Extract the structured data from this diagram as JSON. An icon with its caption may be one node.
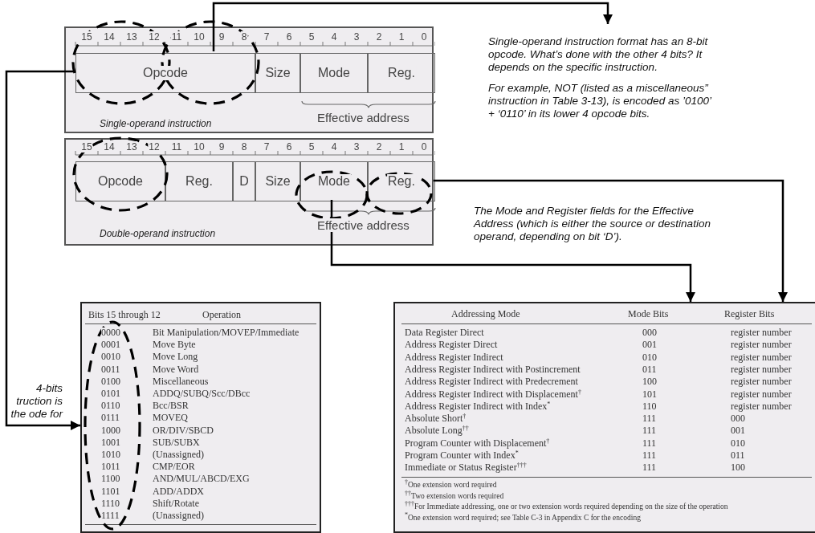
{
  "diagram": {
    "nodes": [
      {
        "text": [
          "15",
          "14",
          "13",
          "12",
          "11",
          "10",
          "9",
          "8",
          "7",
          "6",
          "5",
          "4",
          "3",
          "2",
          "1",
          "0",
          "Effective address",
          "Single-operand instruction"
        ]
      },
      {
        "text": [
          "Opcode"
        ],
        "in": 0
      },
      {
        "text": [
          "Size"
        ],
        "in": 0
      },
      {
        "text": [
          "Mode"
        ],
        "in": 0
      },
      {
        "text": [
          "Reg."
        ],
        "in": 0
      },
      {
        "text": [
          "15",
          "14",
          "13",
          "12",
          "11",
          "10",
          "9",
          "8",
          "7",
          "6",
          "5",
          "4",
          "3",
          "2",
          "1",
          "0",
          "Effective address",
          "Double-operand instruction"
        ]
      },
      {
        "text": [
          "Opcode"
        ],
        "in": 5
      },
      {
        "text": [
          "Reg."
        ],
        "in": 5
      },
      {
        "text": [
          "D"
        ],
        "in": 5
      },
      {
        "text": [
          "Size"
        ],
        "in": 5
      },
      {
        "text": [
          "Mode"
        ],
        "in": 5
      },
      {
        "text": [
          "Reg."
        ],
        "in": 5
      },
      {
        "text": [
          "Single-operand instruction format has an 8-bit opcode.  What’s done with the other 4 bits?  It depends on the specific instruction.",
          "For example, NOT (listed as a miscellaneous” instruction in Table 3-13), is encoded as ’0100’ + ‘0110’ in its lower 4 opcode bits."
        ]
      },
      {
        "text": [
          "Bits 15 through 12",
          "Operation",
          "0000",
          "Bit Manipulation/MOVEP/Immediate",
          "0001",
          "Move Byte",
          "0010",
          "Move Long",
          "0011",
          "Move Word",
          "0100",
          "Miscellaneous",
          "0101",
          "ADDQ/SUBQ/Scc/DBcc",
          "0110",
          "Bcc/BSR",
          "0111",
          "MOVEQ",
          "1000",
          "OR/DIV/SBCD",
          "1001",
          "SUB/SUBX",
          "1010",
          "(Unassigned)",
          "1011",
          "CMP/EOR",
          "1100",
          "AND/MUL/ABCD/EXG",
          "1101",
          "ADD/ADDX",
          "1110",
          "Shift/Rotate",
          "1111",
          "(Unassigned)"
        ]
      },
      {
        "text": [
          "Addressing Mode",
          "Mode Bits",
          "Register Bits",
          "Data Register Direct",
          "000",
          "register number",
          "Address Register Direct",
          "001",
          "register number",
          "Address Register Indirect",
          "010",
          "register number",
          "Address Register Indirect with Postincrement",
          "011",
          "register number",
          "Address Register Indirect with Predecrement",
          "100",
          "register number",
          "Address Register Indirect with Displacement$^{†}$",
          "101",
          "register number",
          "Address Register Indirect with Index$^{*}$",
          "110",
          "register number",
          "Absolute Short$^{†}$",
          "111",
          "000",
          "Absolute Long$^{††}$",
          "111",
          "001",
          "Program Counter with Displacement$^{†}$",
          "111",
          "010",
          "Program Counter with Index$^{*}$",
          "111",
          "011",
          "Immediate or Status Register$^{†††}$",
          "111",
          "100",
          "$^{†}$One extension word required",
          "$^{††}$Two extension words required",
          "$^{†††}$For Immediate addressing, one or two extension words required depending on the size of the operation",
          "$^{*}$One extension word required; see Table C-3 in Appendix C for the encoding"
        ]
      }
    ],
    "edges": [
      {
        "from": 1,
        "to": 12,
        "arrow": "to"
      },
      {
        "from": 1,
        "to": 13,
        "arrow": "to"
      },
      {
        "from": 11,
        "to": 14,
        "arrow": "to"
      },
      {
        "from": 10,
        "to": 14,
        "arrow": "to"
      }
    ],
    "labels": [
      "The Mode and Register fields for the Effective Address (which is either the source or destination operand, depending on bit ‘D’).",
      "4-bits truction is the ode for"
    ]
  }
}
